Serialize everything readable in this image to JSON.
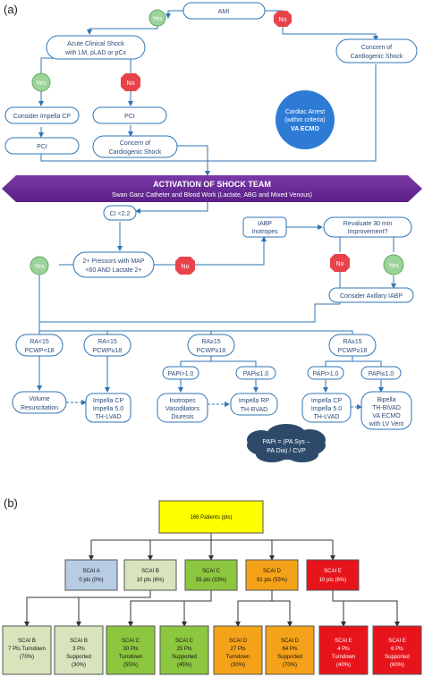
{
  "panel_a": {
    "label": "(a)",
    "ami": "AMI",
    "yes": "Yes",
    "no": "No",
    "acute_shock": [
      "Acute Clinical Shock",
      "with LM, pLAD or pCx"
    ],
    "concern_right": [
      "Concern of",
      "Cardiogenic Shock"
    ],
    "consider_impella_cp": "Consider Impella CP",
    "pci": "PCI",
    "concern_left": [
      "Concern of",
      "Cardiogenic Shock"
    ],
    "cardiac_arrest": [
      "Cardiac Arrest",
      "(within criteria)",
      "VA ECMO"
    ],
    "banner_title": "ACTIVATION OF SHOCK TEAM",
    "banner_sub": "Swan Ganz Catheter and Blood Work (Lactate, ABG and Mixed Venous)",
    "ci": "CI <2.2",
    "pressors": [
      "2+ Pressors with MAP",
      "<60 AND Lactate 2+"
    ],
    "iabp": [
      "IABP",
      "Inotropes"
    ],
    "reevaluate": [
      "Revaluate 30 min",
      "Improvement?"
    ],
    "consider_axillary": "Consider Axillary IABP",
    "ra1": [
      "RA<15",
      "PCWP<18"
    ],
    "ra2": [
      "RA<15",
      "PCWP≥18"
    ],
    "ra3": [
      "RA≥15",
      "PCWP≥18"
    ],
    "ra4": [
      "RA≥15",
      "PCWP≥18"
    ],
    "papi_gt1_a": "PAPi>1.0",
    "papi_le1_a": "PAPi≤1.0",
    "papi_gt1_b": "PAPi>1.0",
    "papi_le1_b": "PAPi≤1.0",
    "volume": [
      "Volume",
      "Resuscitation"
    ],
    "impella_lvad": [
      "Impella CP",
      "Impella 5.0",
      "TH-LVAD"
    ],
    "inotropes": [
      "Inotropes",
      "Vasodilators",
      "Diuresis"
    ],
    "impella_rp": [
      "Impella RP",
      "TH-RVAD"
    ],
    "impella_lvad2": [
      "Impella CP",
      "Impella 5.0",
      "TH-LVAD"
    ],
    "bipella": [
      "Bipella",
      "TH-BiVAD",
      "VA ECMO",
      "with LV Vent"
    ],
    "papi_formula": [
      "PAPi = (PA Sys –",
      "PA Dia) / CVP"
    ]
  },
  "panel_b": {
    "label": "(b)",
    "root": "166 Patients (pts)",
    "stages": [
      {
        "name": "SCAI A",
        "detail": "0 pts (0%)",
        "color": "#b8cce4"
      },
      {
        "name": "SCAI B",
        "detail": "10 pts (6%)",
        "color": "#d8e4bc"
      },
      {
        "name": "SCAI C",
        "detail": "55 pts (33%)",
        "color": "#8dc63f"
      },
      {
        "name": "SCAI D",
        "detail": "91 pts (55%)",
        "color": "#f5a21b"
      },
      {
        "name": "SCAI E",
        "detail": "10 pts (6%)",
        "color": "#e8141b"
      }
    ],
    "leaves": [
      {
        "name": "SCAI B",
        "detail": [
          "7 Pts Turndown",
          "(70%)"
        ],
        "color": "#d8e4bc"
      },
      {
        "name": "SCAI B",
        "detail": [
          "3 Pts",
          "Supported",
          "(30%)"
        ],
        "color": "#d8e4bc"
      },
      {
        "name": "SCAI C",
        "detail": [
          "30 Pts",
          "Turndown",
          "(55%)"
        ],
        "color": "#8dc63f"
      },
      {
        "name": "SCAI C",
        "detail": [
          "25 Pts",
          "Supported",
          "(45%)"
        ],
        "color": "#8dc63f"
      },
      {
        "name": "SCAI D",
        "detail": [
          "27 Pts",
          "Turndown",
          "(30%)"
        ],
        "color": "#f5a21b"
      },
      {
        "name": "SCAI D",
        "detail": [
          "64 Pts",
          "Supported",
          "(70%)"
        ],
        "color": "#f5a21b"
      },
      {
        "name": "SCAI E",
        "detail": [
          "4 Pts",
          "Turndown",
          "(40%)"
        ],
        "color": "#e8141b"
      },
      {
        "name": "SCAI E",
        "detail": [
          "6 Pts",
          "Supported",
          "(60%)"
        ],
        "color": "#e8141b"
      }
    ],
    "root_color": "#ffff00",
    "line_color": "#333333"
  }
}
